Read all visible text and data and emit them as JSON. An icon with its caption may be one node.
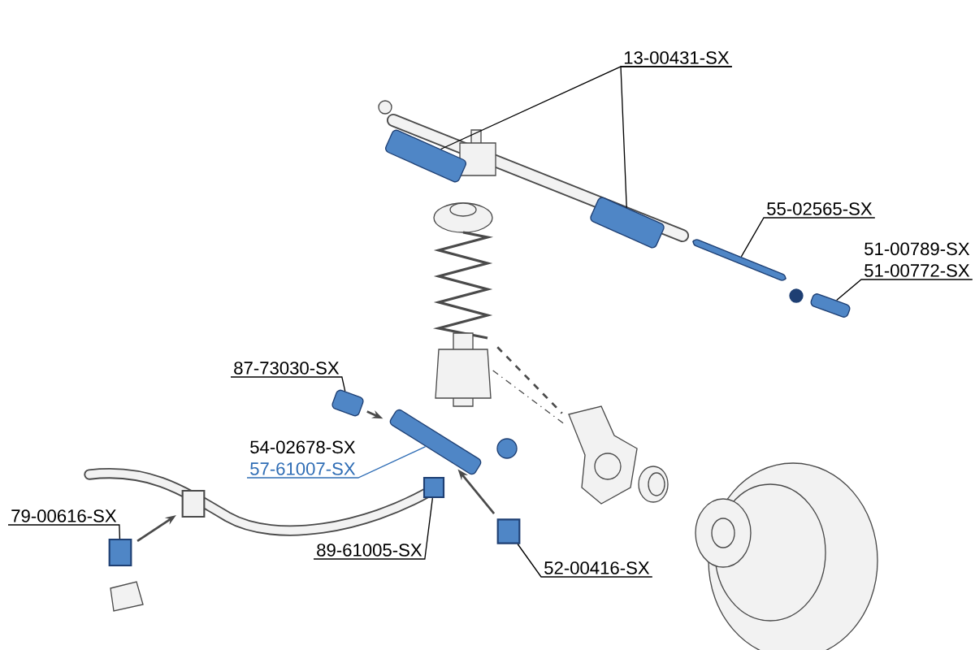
{
  "diagram": {
    "nodes": [
      {
        "text": [
          "13-00431-SX"
        ]
      },
      {
        "text": [],
        "shape": "picture"
      },
      {
        "text": [],
        "shape": "picture"
      },
      {
        "text": [
          "55-02565-SX"
        ]
      },
      {
        "text": [],
        "shape": "picture"
      },
      {
        "text": [
          "51-00789-SX",
          "51-00772-SX"
        ]
      },
      {
        "text": [],
        "shape": "picture"
      },
      {
        "text": [
          "87-73030-SX"
        ]
      },
      {
        "text": [],
        "shape": "picture"
      },
      {
        "text": [
          "54-02678-SX",
          "57-61007-SX"
        ]
      },
      {
        "text": [],
        "shape": "picture"
      },
      {
        "text": [
          "79-00616-SX"
        ]
      },
      {
        "text": [],
        "shape": "box"
      },
      {
        "text": [
          "89-61005-SX"
        ]
      },
      {
        "text": [],
        "shape": "box"
      },
      {
        "text": [
          "52-00416-SX"
        ]
      },
      {
        "text": [],
        "shape": "box"
      },
      {
        "text": [],
        "shape": "box"
      },
      {
        "text": [],
        "shape": "picture"
      },
      {
        "text": [],
        "shape": "picture"
      }
    ],
    "edges": [
      {
        "from": 0,
        "to": 1,
        "arrow": "none"
      },
      {
        "from": 0,
        "to": 2,
        "arrow": "none"
      },
      {
        "from": 3,
        "to": 4,
        "arrow": "none"
      },
      {
        "from": 5,
        "to": 6,
        "arrow": "none"
      },
      {
        "from": 7,
        "to": 8,
        "arrow": "none"
      },
      {
        "from": 9,
        "to": 10,
        "arrow": "none",
        "color": "#2f6db5"
      },
      {
        "from": 11,
        "to": 12,
        "arrow": "none"
      },
      {
        "from": 13,
        "to": 14,
        "arrow": "none"
      },
      {
        "from": 15,
        "to": 16,
        "arrow": "none"
      },
      {
        "from": 8,
        "to": 10,
        "arrow": "to"
      },
      {
        "from": 16,
        "to": 10,
        "arrow": "to"
      },
      {
        "from": 12,
        "to": 17,
        "arrow": "to"
      },
      {
        "from": 18,
        "to": 19,
        "arrow": "none",
        "style": "dashed"
      },
      {
        "from": 18,
        "to": 19,
        "arrow": "none",
        "style": "dashed"
      }
    ]
  }
}
